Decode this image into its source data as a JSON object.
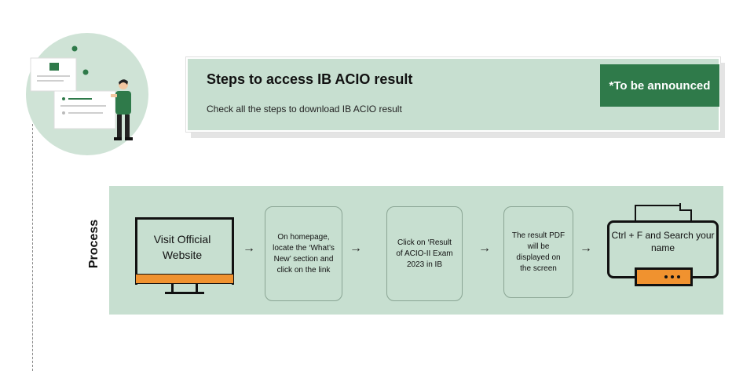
{
  "header": {
    "title": "Steps to access IB ACIO result",
    "subtitle": "Check all the steps to download IB ACIO result",
    "badge": "*To be announced"
  },
  "process": {
    "label": "Process",
    "start": {
      "text": "Visit Official Website",
      "icon": "monitor-icon"
    },
    "steps": [
      "On homepage, locate the ‘What’s New’ section and click on the link",
      "Click on ‘Result of ACIO-II Exam 2023 in IB",
      "The result PDF will be displayed on the screen"
    ],
    "end": {
      "text": "Ctrl + F and Search your name",
      "icon": "printer-icon"
    },
    "arrow_glyph": "→"
  },
  "colors": {
    "panel": "#c7dfd0",
    "badge": "#2f7a4a",
    "accent": "#f0922f",
    "ink": "#111111"
  }
}
